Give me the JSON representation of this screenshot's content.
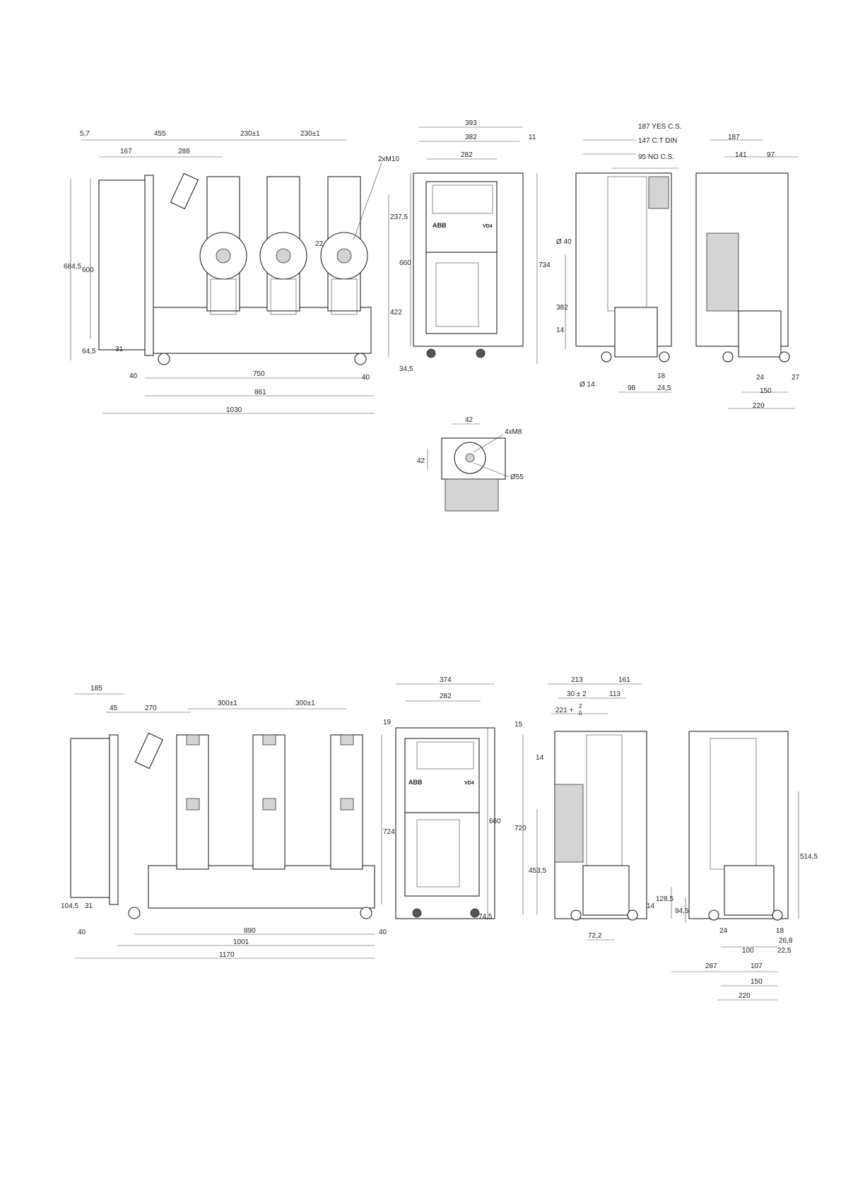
{
  "top": {
    "front": [
      "5,7",
      "455",
      "230±1",
      "230±1",
      "167",
      "288",
      "2xM10",
      "22",
      "237,5",
      "684,5",
      "600",
      "422",
      "64,5",
      "31",
      "40",
      "750",
      "40",
      "861",
      "1030"
    ],
    "panel": [
      "393",
      "382",
      "11",
      "282",
      "660",
      "734",
      "34,5"
    ],
    "side1": [
      "187 YES C.S.",
      "147 C.T DIN",
      "95 NO C.S.",
      "Ø 40",
      "382",
      "14",
      "Ø 14",
      "98",
      "18",
      "24,5"
    ],
    "side2": [
      "187",
      "141",
      "97",
      "24",
      "27",
      "150",
      "220"
    ],
    "detail": [
      "42",
      "4xM8",
      "42",
      "Ø55"
    ]
  },
  "bottom": {
    "front": [
      "185",
      "45",
      "270",
      "300±1",
      "300±1",
      "19",
      "724,5",
      "104,5",
      "31",
      "40",
      "890",
      "40",
      "1001",
      "1170"
    ],
    "panel": [
      "374",
      "282",
      "660",
      "74,5"
    ],
    "side1": [
      "15",
      "213",
      "161",
      "30 ± 2",
      "113",
      "221 +",
      "2",
      "0",
      "14",
      "720",
      "453,5",
      "14",
      "72,2"
    ],
    "side2": [
      "128,5",
      "94,5",
      "514,5",
      "24",
      "18",
      "26,8",
      "100",
      "22,5",
      "287",
      "107",
      "150",
      "220"
    ]
  },
  "brand": {
    "logo": "ABB",
    "model": "VD4"
  }
}
